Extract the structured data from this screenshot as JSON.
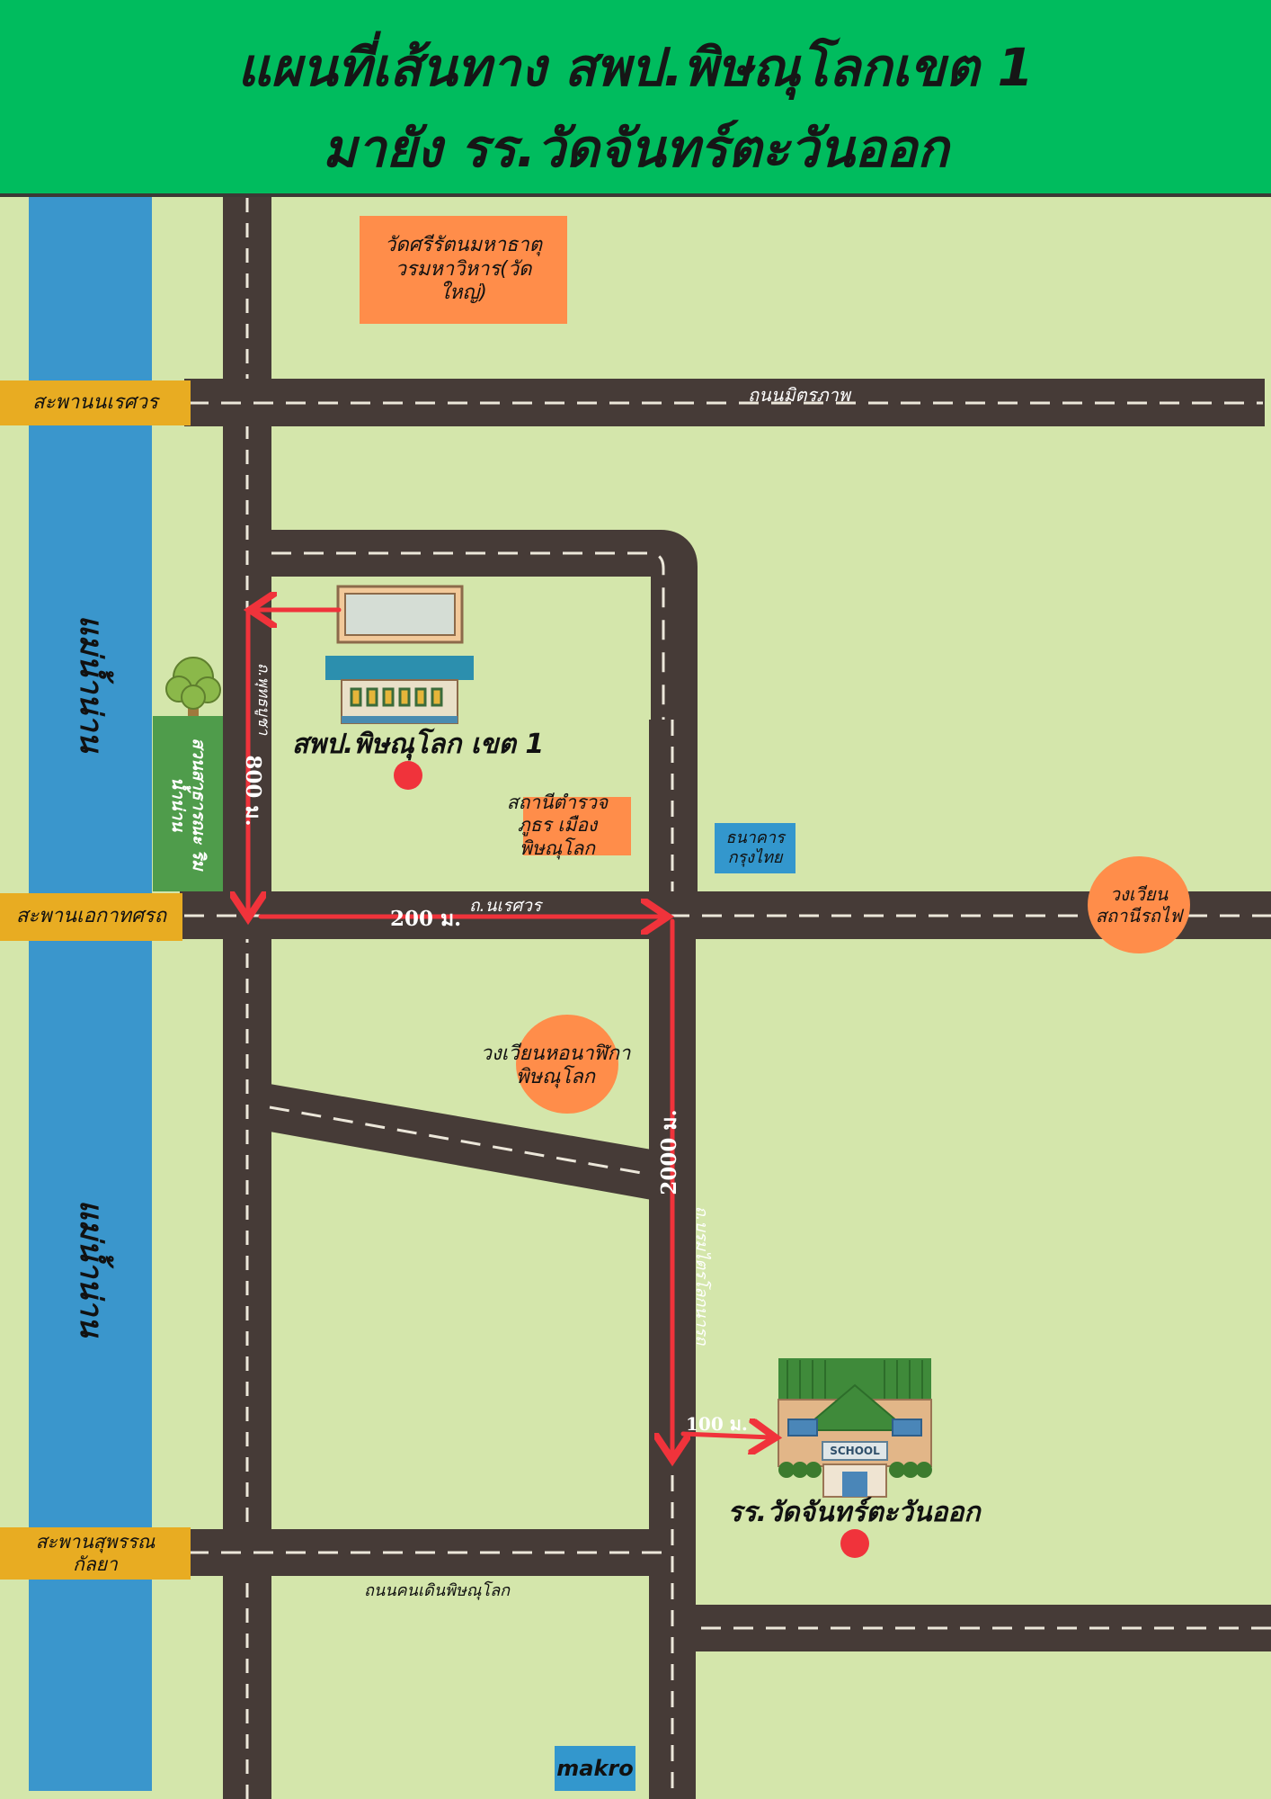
{
  "title": {
    "line1": "แผนที่เส้นทาง สพป.พิษณุโลกเขต 1",
    "line2": "มายัง รร.วัดจันทร์ตะวันออก"
  },
  "colors": {
    "header": "#00bc5e",
    "ground": "#d4e6ab",
    "road": "#463b37",
    "river": "#3a96cc",
    "route": "#f0333b",
    "landmark": "#ff8d4a",
    "bridge": "#e8ac22",
    "park": "#4f9c4b"
  },
  "river": {
    "label_top": "แม่น้ำน่าน",
    "label_bottom": "แม่น้ำน่าน"
  },
  "bridges": [
    "สะพานนเรศวร",
    "สะพานเอกาทศรถ",
    "สะพานสุพรรณกัลยา"
  ],
  "roads": {
    "mittraphap": "ถนนมิตรภาพ",
    "phuttha_bucha": "ถ.พุทธบูชา",
    "naresuan": "ถ.นเรศวร",
    "borom": "ถ.บรมไตรโลกนารถ",
    "walking_street": "ถนนคนเดินพิษณุโลก"
  },
  "landmarks": {
    "wat_yai": "วัดศรีรัตนมหาธาตุ วรมหาวิหาร(วัดใหญ่)",
    "police": "สถานีตำรวจภูธร เมืองพิษณุโลก",
    "ktb": "ธนาคาร กรุงไทย",
    "station_circle": "วงเวียน สถานีรถไฟ",
    "clock_circle": "วงเวียนหอนาฬิกา พิษณุโลก",
    "park": "สวนสาธารณะ ริมน้ำน่าน",
    "makro": "makro"
  },
  "places": {
    "office": "สพป.พิษณุโลก เขต 1",
    "school": "รร.วัดจันทร์ตะวันออก",
    "school_sign": "SCHOOL"
  },
  "distances": {
    "seg1": "800 ม.",
    "seg2": "200 ม.",
    "seg3": "2000 ม.",
    "seg4": "100 ม."
  }
}
